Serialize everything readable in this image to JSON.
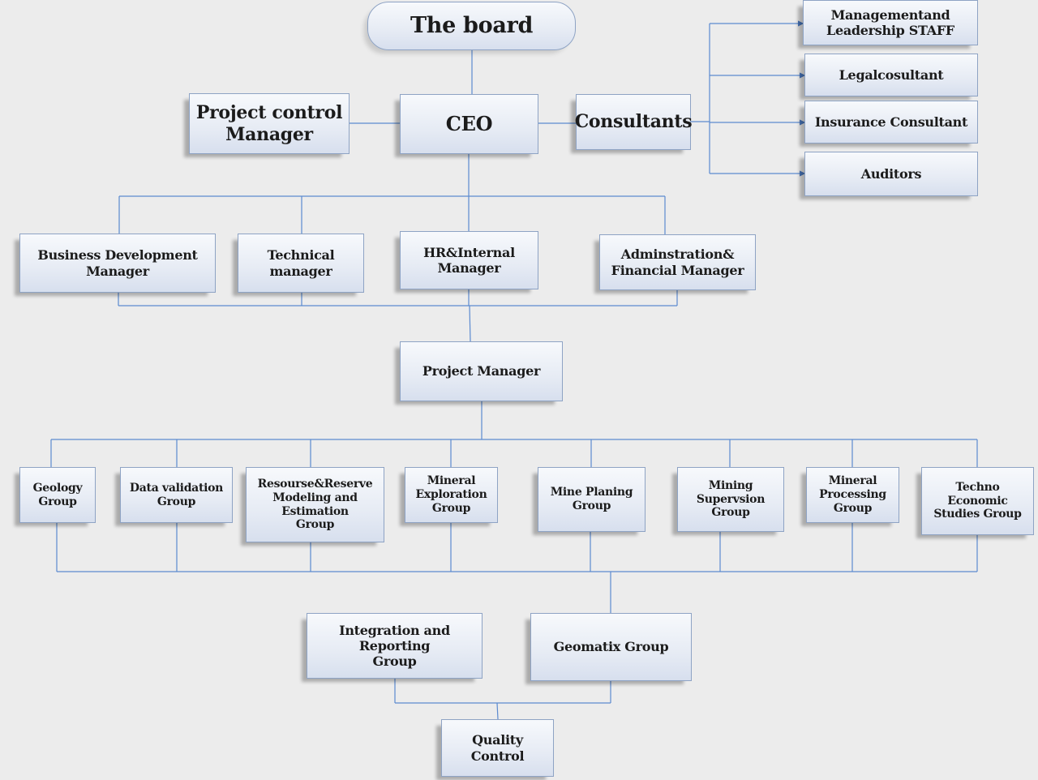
{
  "nodes": {
    "board": "The board",
    "ceo": "CEO",
    "project_control": "Project control\nManager",
    "consultants": "Consultants",
    "management_staff": "Managementand\nLeadership STAFF",
    "legal": "Legalcosultant",
    "insurance": "Insurance Consultant",
    "auditors": "Auditors",
    "business_dev": "Business Development\nManager",
    "technical": "Technical manager",
    "hr": "HR&Internal\nManager",
    "admin_finance": "Adminstration&\nFinancial Manager",
    "project_manager": "Project Manager",
    "geology": "Geology\nGroup",
    "data_validation": "Data validation\nGroup",
    "resource_reserve": "Resourse&Reserve\nModeling and Estimation\nGroup",
    "mineral_exploration": "Mineral\nExploration\nGroup",
    "mine_planning": "Mine Planing\nGroup",
    "mining_supervision": "Mining Supervsion\nGroup",
    "mineral_processing": "Mineral\nProcessing\nGroup",
    "techno_economic": "Techno Economic\nStudies Group",
    "integration_reporting": "Integration and Reporting\nGroup",
    "geomatix": "Geomatix Group",
    "quality_control": "Quality Control"
  }
}
